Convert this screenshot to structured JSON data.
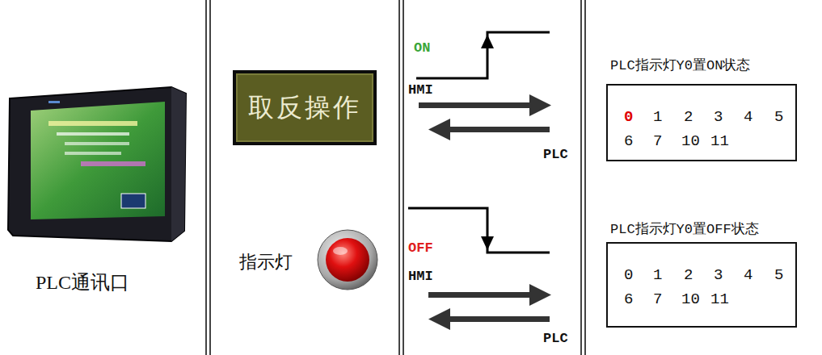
{
  "diagram": {
    "nodes": [
      {
        "text": [
          "取反操作"
        ]
      },
      {
        "text": [
          "PLC指示灯Y0置ON状态",
          "0",
          "1",
          "2",
          "3",
          "4",
          "5",
          "6",
          "7",
          "10",
          "11"
        ]
      },
      {
        "text": [
          "PLC指示灯Y0置OFF状态",
          "0",
          "1",
          "2",
          "3",
          "4",
          "5",
          "6",
          "7",
          "10",
          "11"
        ]
      }
    ],
    "labels": [
      "PLC通讯口",
      "指示灯",
      "ON",
      "HMI",
      "PLC",
      "OFF",
      "HMI",
      "PLC"
    ]
  }
}
